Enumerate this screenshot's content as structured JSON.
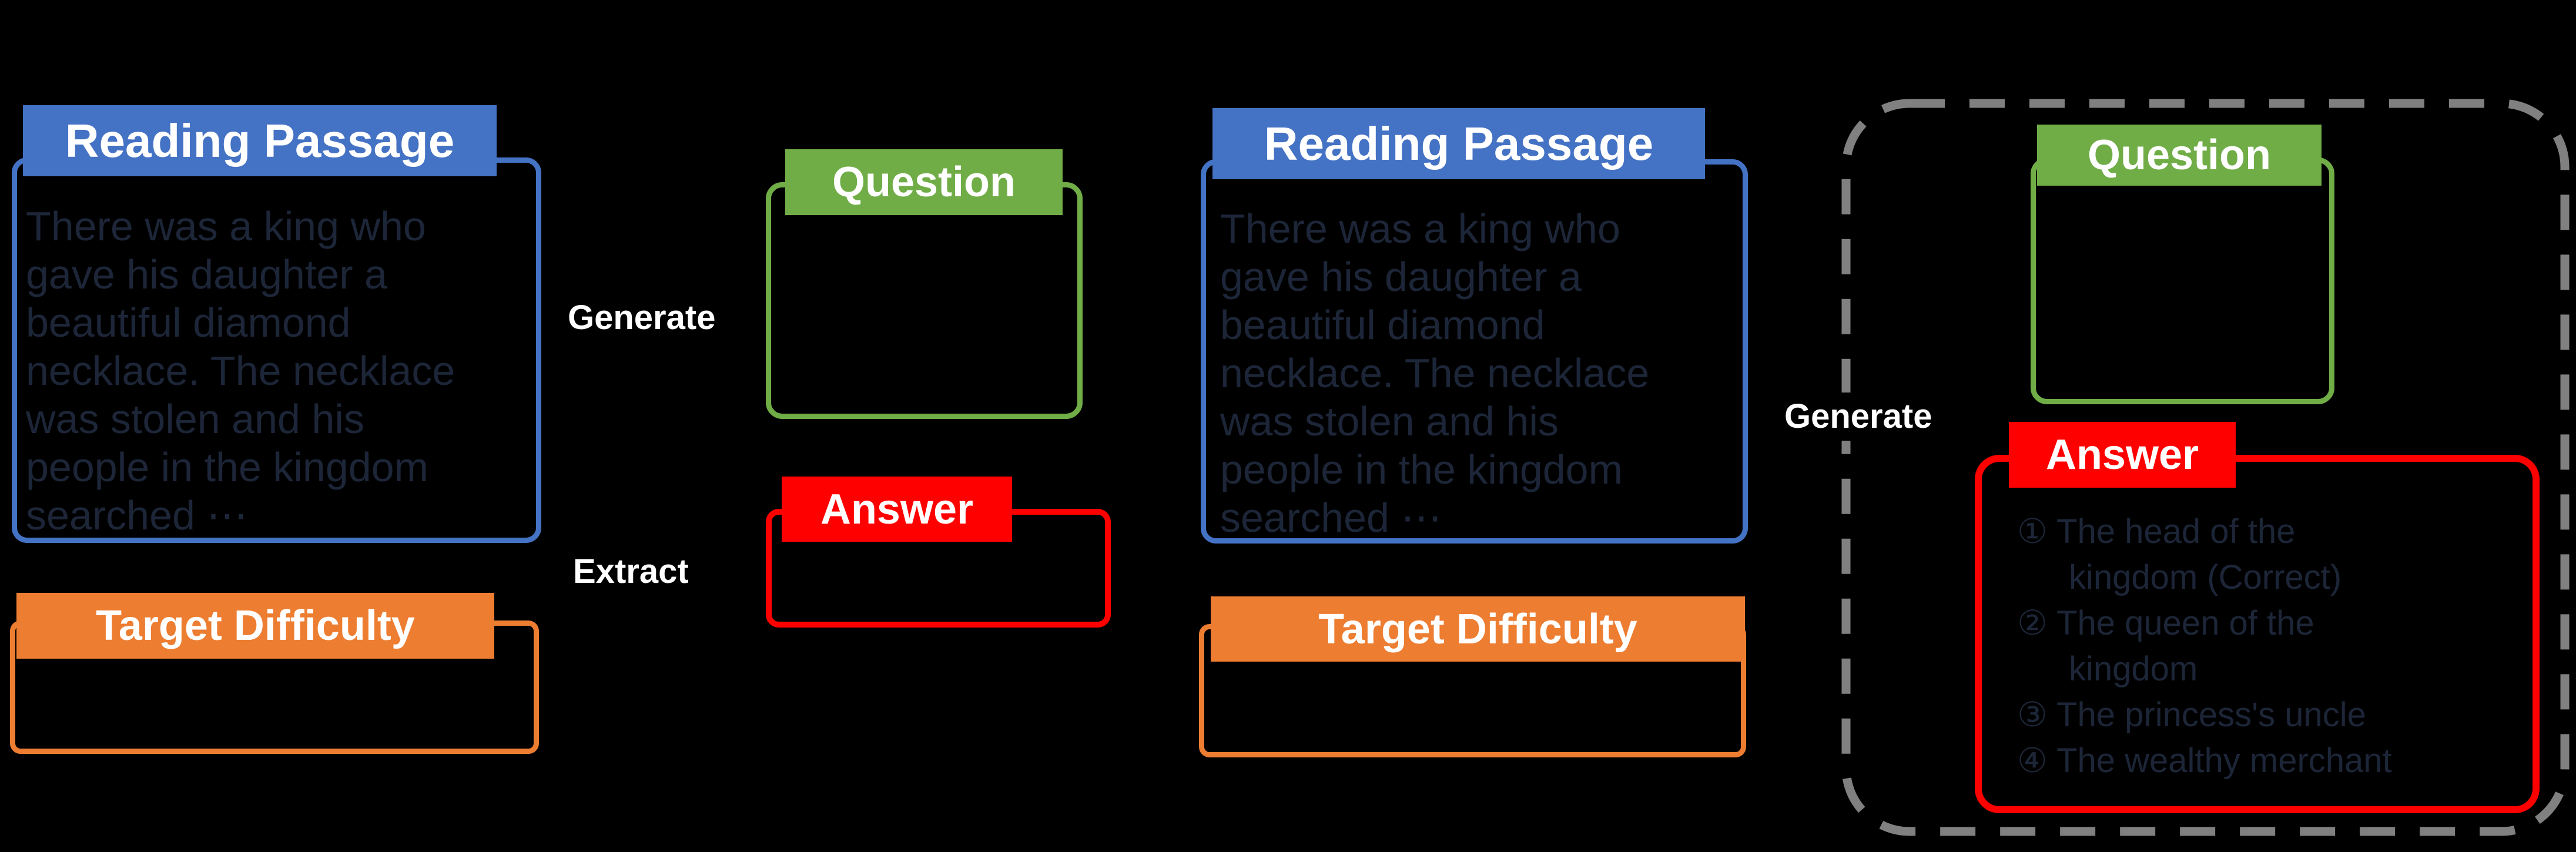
{
  "figure": {
    "background": "#000000",
    "description_note": ""
  },
  "colors": {
    "blue": "#4472C4",
    "green": "#70AD47",
    "orange": "#ED7D31",
    "red": "#FF0000",
    "gray_dash": "#808080",
    "passage_text": "#1d2638",
    "label_text": "#FFFFFF"
  },
  "left_pipeline": {
    "reading_passage": {
      "title": "Reading Passage",
      "body": "There was a king who\ngave his daughter a\nbeautiful diamond\nnecklace. The necklace\nwas stolen and his\npeople in the kingdom\nsearched ⋯"
    },
    "target_difficulty": {
      "title": "Target Difficulty"
    },
    "generate_label": "Generate",
    "extract_label": "Extract",
    "question": {
      "title": "Question"
    },
    "answer": {
      "title": "Answer"
    }
  },
  "right_pipeline": {
    "reading_passage": {
      "title": "Reading Passage",
      "body": "There was a king who\ngave his daughter a\nbeautiful diamond\nnecklace. The necklace\nwas stolen and his\npeople in the kingdom\nsearched ⋯"
    },
    "target_difficulty": {
      "title": "Target Difficulty"
    },
    "generate_label": "Generate",
    "question": {
      "title": "Question"
    },
    "answer": {
      "title": "Answer",
      "options": [
        "① The head of the\nkingdom (Correct)",
        "② The queen of the\nkingdom",
        "③ The princess's uncle",
        "④ The wealthy merchant"
      ]
    }
  }
}
